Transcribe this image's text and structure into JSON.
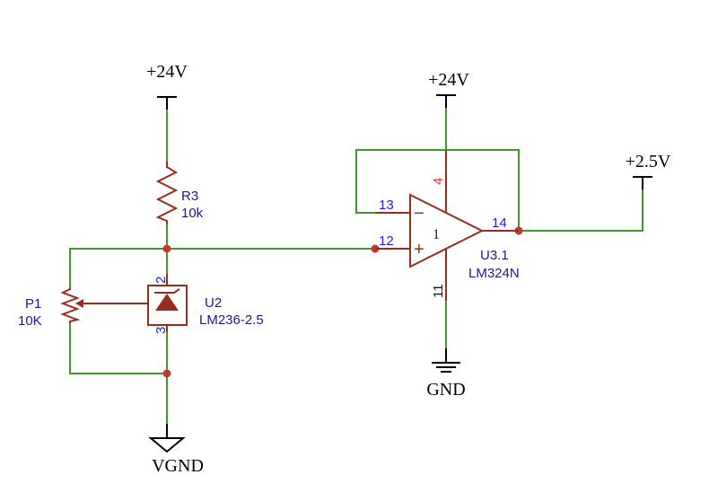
{
  "power": {
    "left_24v": "+24V",
    "right_24v": "+24V",
    "out_2v5": "+2.5V",
    "gnd": "GND",
    "vgnd": "VGND"
  },
  "components": {
    "r3": {
      "ref": "R3",
      "value": "10k"
    },
    "p1": {
      "ref": "P1",
      "value": "10K"
    },
    "u2": {
      "ref": "U2",
      "value": "LM236-2.5",
      "pin_top": "2",
      "pin_bottom": "3"
    },
    "u3": {
      "ref": "U3.1",
      "value": "LM324N",
      "unit": "1",
      "pin_minus": "13",
      "pin_plus": "12",
      "pin_out": "14",
      "pin_vcc": "4",
      "pin_gnd": "11",
      "minus_sign": "−",
      "plus_sign": "+"
    }
  },
  "colors": {
    "wire": "#3f9a2b",
    "component": "#9b2b1e",
    "junction": "#c0392b",
    "pin_number": "#1a1aff",
    "power_pin_number": "#e03a2a"
  }
}
